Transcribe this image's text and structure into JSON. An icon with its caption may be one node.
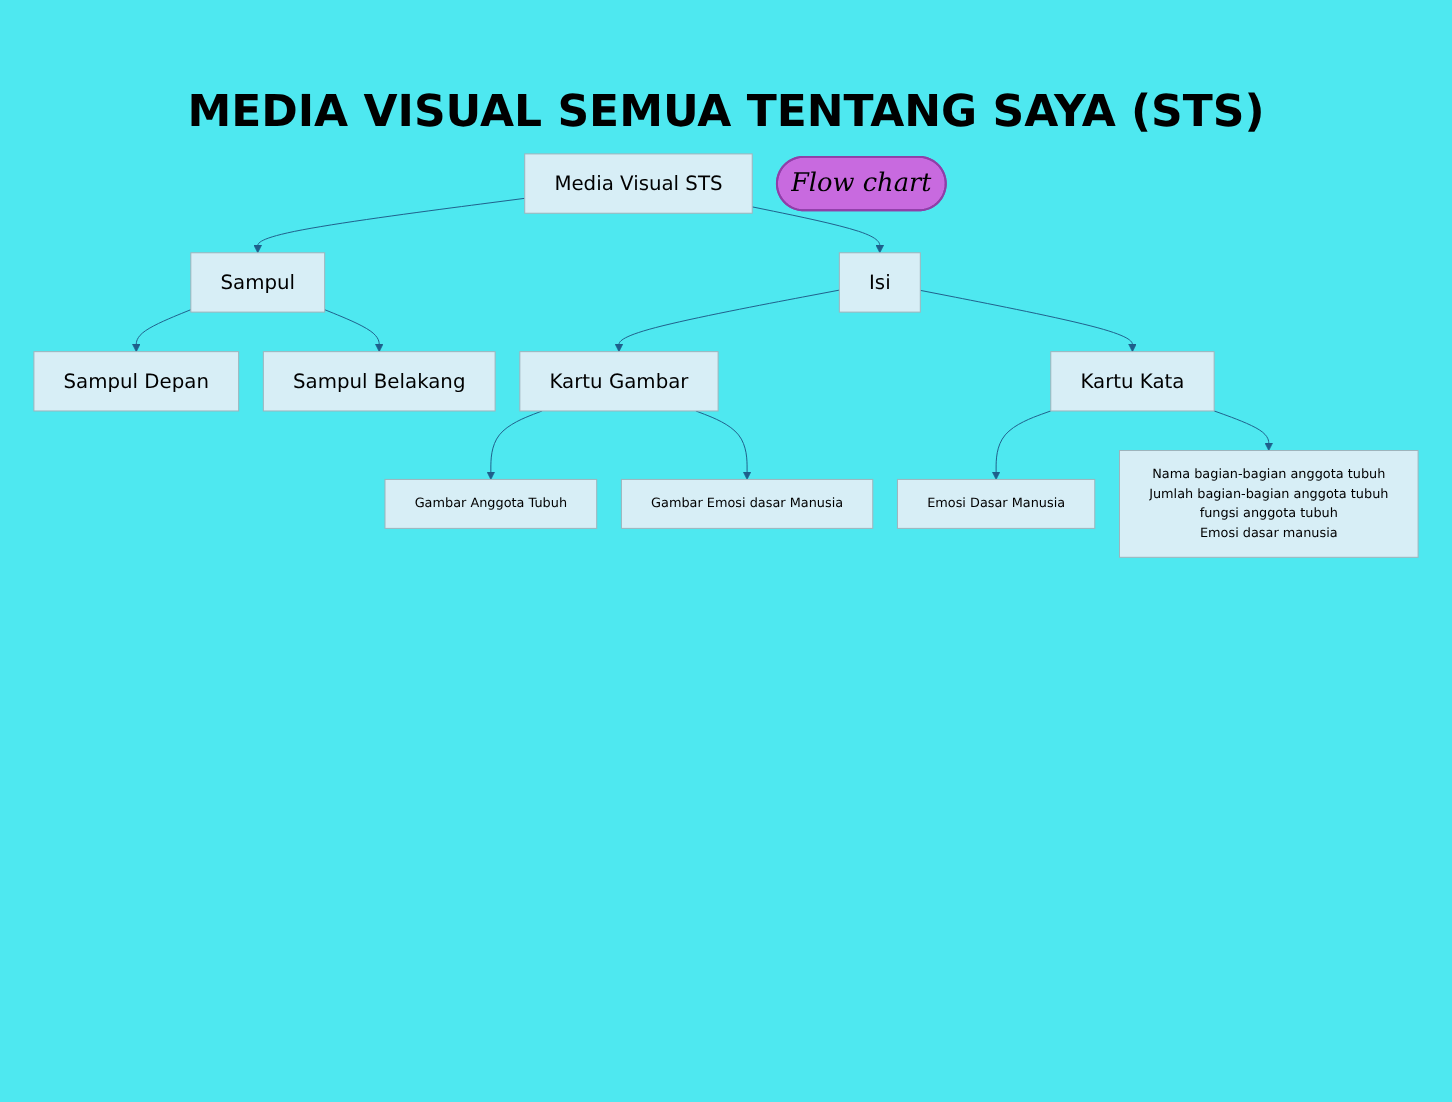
{
  "diagram": {
    "title": "MEDIA VISUAL SEMUA TENTANG SAYA (STS)",
    "nodes": [
      {
        "text": [
          "Media Visual STS"
        ]
      },
      {
        "text": [
          "Sampul"
        ]
      },
      {
        "text": [
          "Isi"
        ]
      },
      {
        "text": [
          "Sampul Depan"
        ]
      },
      {
        "text": [
          "Sampul Belakang"
        ]
      },
      {
        "text": [
          "Kartu Gambar"
        ]
      },
      {
        "text": [
          "Kartu Kata"
        ]
      },
      {
        "text": [
          "Gambar Anggota Tubuh"
        ]
      },
      {
        "text": [
          "Gambar Emosi dasar Manusia"
        ]
      },
      {
        "text": [
          "Emosi Dasar Manusia"
        ]
      },
      {
        "text": [
          "Nama bagian-bagian anggota tubuh",
          "Jumlah bagian-bagian anggota tubuh",
          "fungsi anggota tubuh",
          "Emosi dasar manusia"
        ]
      },
      {
        "text": [
          "Flow chart"
        ]
      }
    ],
    "edges": [
      {
        "from": 0,
        "to": 1,
        "arrow": "to"
      },
      {
        "from": 0,
        "to": 2,
        "arrow": "to"
      },
      {
        "from": 1,
        "to": 3,
        "arrow": "to"
      },
      {
        "from": 1,
        "to": 4,
        "arrow": "to"
      },
      {
        "from": 2,
        "to": 5,
        "arrow": "to"
      },
      {
        "from": 2,
        "to": 6,
        "arrow": "to"
      },
      {
        "from": 5,
        "to": 7,
        "arrow": "to"
      },
      {
        "from": 5,
        "to": 8,
        "arrow": "to"
      },
      {
        "from": 6,
        "to": 9,
        "arrow": "to"
      },
      {
        "from": 6,
        "to": 10,
        "arrow": "to"
      }
    ]
  }
}
